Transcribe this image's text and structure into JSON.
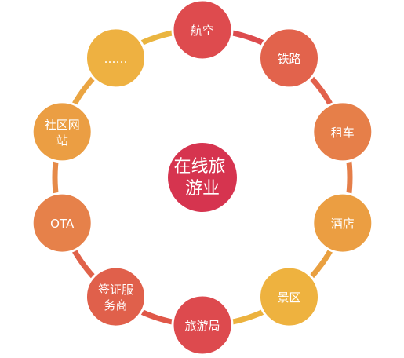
{
  "center": {
    "lines": [
      "在线旅",
      "游业"
    ],
    "color": "#d6344f"
  },
  "ring": {
    "segments": [
      {
        "from": "航空",
        "to": "铁路",
        "color": "#dd4c4e"
      },
      {
        "from": "铁路",
        "to": "租车",
        "color": "#e2614c"
      },
      {
        "from": "租车",
        "to": "酒店",
        "color": "#e57e49"
      },
      {
        "from": "酒店",
        "to": "景区",
        "color": "#e9a040"
      },
      {
        "from": "景区",
        "to": "旅游局",
        "color": "#ecb23e"
      },
      {
        "from": "旅游局",
        "to": "签证服务商",
        "color": "#e05748"
      },
      {
        "from": "签证服务商",
        "to": "OTA",
        "color": "#e0624a"
      },
      {
        "from": "OTA",
        "to": "社区网站",
        "color": "#e68a48"
      },
      {
        "from": "社区网站",
        "to": "……",
        "color": "#eaa542"
      },
      {
        "from": "……",
        "to": "航空",
        "color": "#eab540"
      }
    ]
  },
  "nodes": [
    {
      "id": "airline",
      "lines": [
        "航空"
      ],
      "color": "#de4b4e"
    },
    {
      "id": "railway",
      "lines": [
        "铁路"
      ],
      "color": "#e2634c"
    },
    {
      "id": "car-rental",
      "lines": [
        "租车"
      ],
      "color": "#e67f49"
    },
    {
      "id": "hotel",
      "lines": [
        "酒店"
      ],
      "color": "#eb9e42"
    },
    {
      "id": "scenic-area",
      "lines": [
        "景区"
      ],
      "color": "#eeb23f"
    },
    {
      "id": "tourism-bureau",
      "lines": [
        "旅游局"
      ],
      "color": "#dd4a4e"
    },
    {
      "id": "visa-service",
      "lines": [
        "签证服",
        "务商"
      ],
      "color": "#e0604b"
    },
    {
      "id": "ota",
      "lines": [
        "OTA"
      ],
      "color": "#e6814a"
    },
    {
      "id": "community-site",
      "lines": [
        "社区网",
        "站"
      ],
      "color": "#eb9e43"
    },
    {
      "id": "more",
      "lines": [
        "……"
      ],
      "color": "#eeb141"
    }
  ]
}
